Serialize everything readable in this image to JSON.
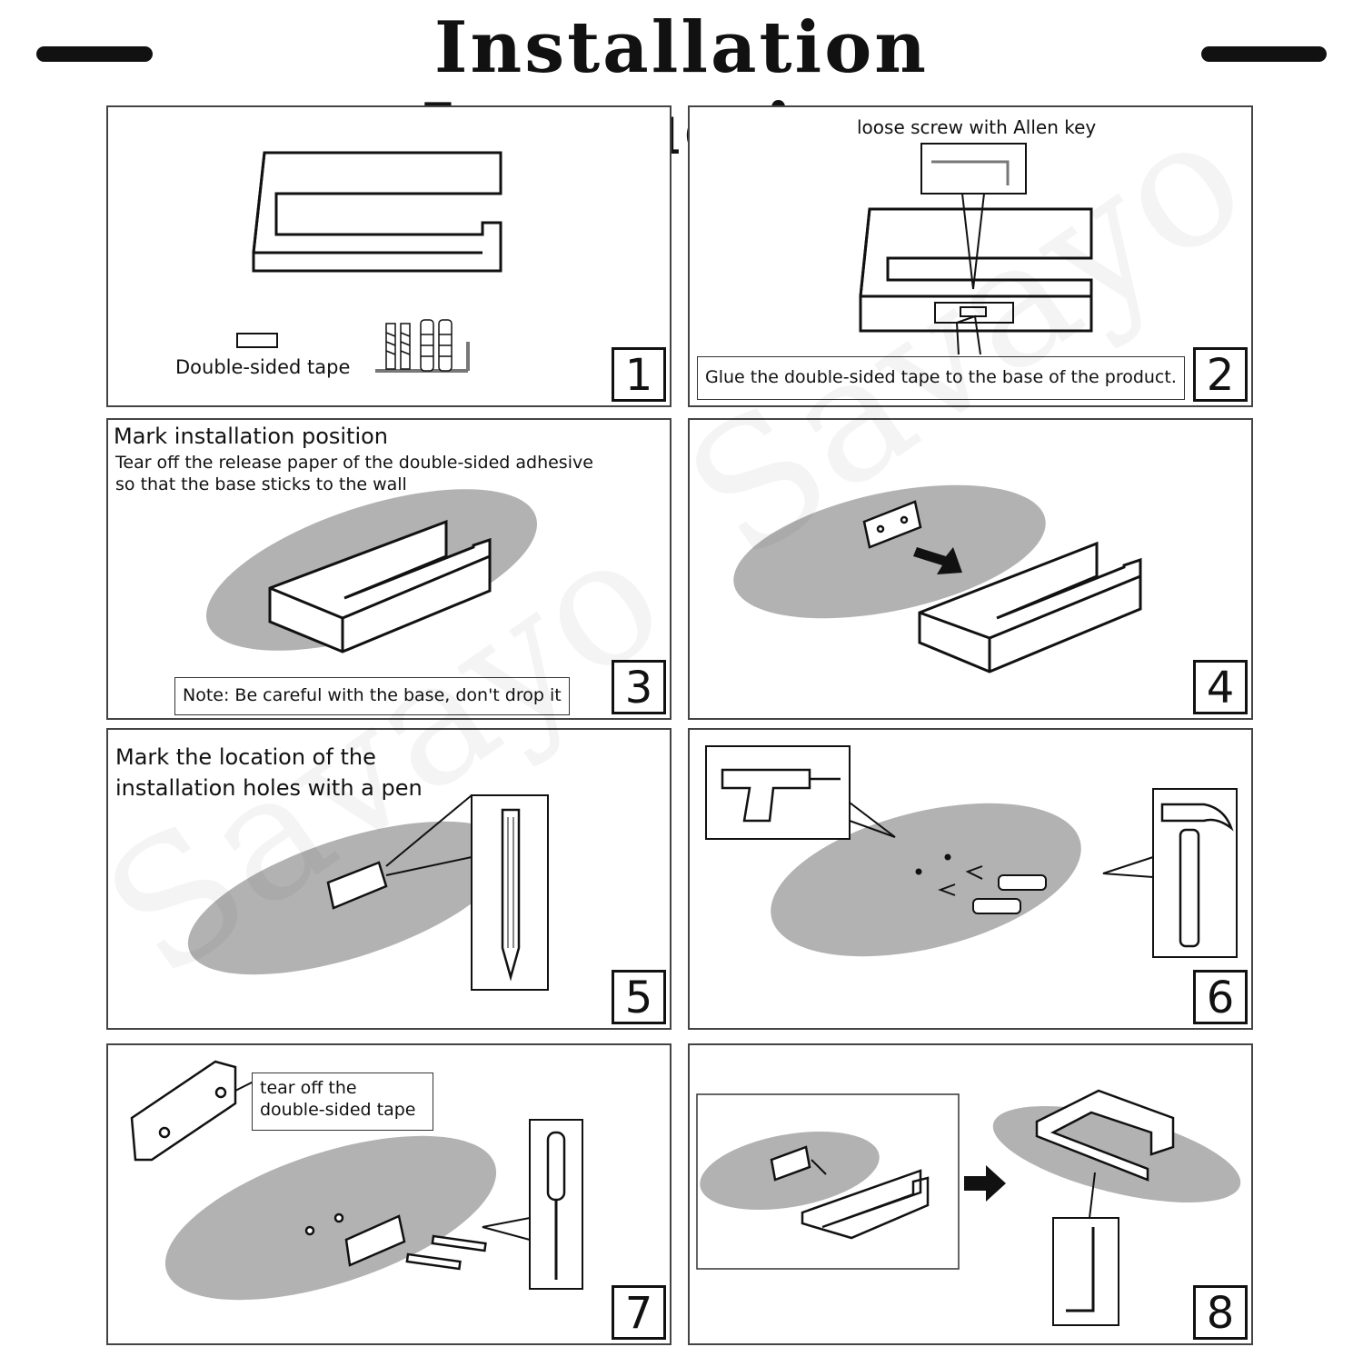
{
  "title": "Installation Instructions",
  "watermark": "Savayo",
  "steps": [
    {
      "number": "1",
      "labels": {
        "tape": "Double-sided tape"
      }
    },
    {
      "number": "2",
      "labels": {
        "top": "loose screw with Allen key",
        "bottom": "Glue the double-sided tape to the base of the product."
      }
    },
    {
      "number": "3",
      "labels": {
        "heading": "Mark installation position",
        "line1": "Tear off the release paper of the double-sided adhesive",
        "line2": "so that the base sticks to the wall",
        "note": "Note: Be careful with the base, don't drop it"
      }
    },
    {
      "number": "4",
      "labels": {}
    },
    {
      "number": "5",
      "labels": {
        "line1": "Mark the location of the",
        "line2": "installation holes with a pen"
      }
    },
    {
      "number": "6",
      "labels": {}
    },
    {
      "number": "7",
      "labels": {
        "line1": "tear off the",
        "line2": "double-sided tape"
      }
    },
    {
      "number": "8",
      "labels": {}
    }
  ]
}
